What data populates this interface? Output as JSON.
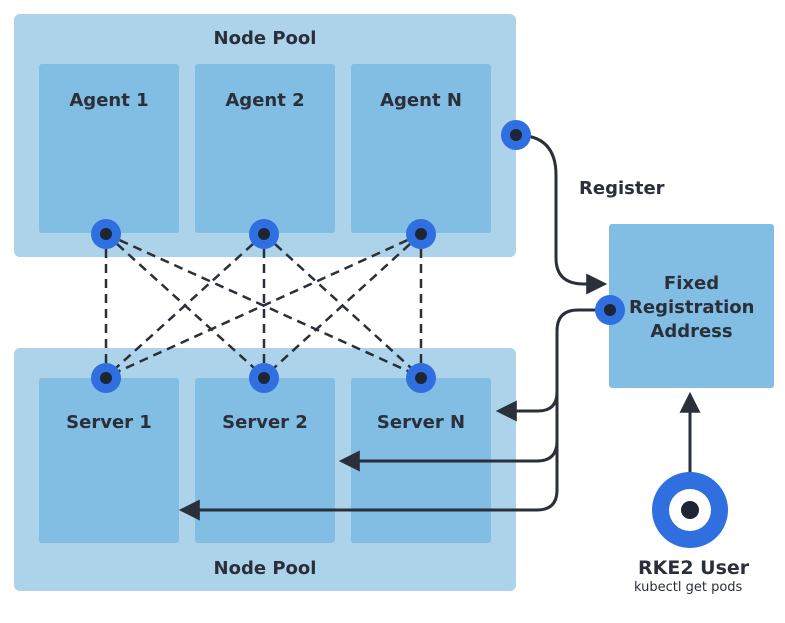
{
  "top_pool": {
    "title": "Node Pool",
    "nodes": [
      "Agent 1",
      "Agent 2",
      "Agent N"
    ]
  },
  "bottom_pool": {
    "title": "Node Pool",
    "nodes": [
      "Server 1",
      "Server 2",
      "Server N"
    ]
  },
  "register_label": "Register",
  "fixed_address": {
    "label": "Fixed Registration Address"
  },
  "user": {
    "name": "RKE2 User",
    "command": "kubectl get pods"
  },
  "colors": {
    "pool": "#acd3ea",
    "node": "#82bde3",
    "connector": "#2f6fdf",
    "line": "#2a2f3a",
    "user_ring": "#2f6fdf"
  }
}
